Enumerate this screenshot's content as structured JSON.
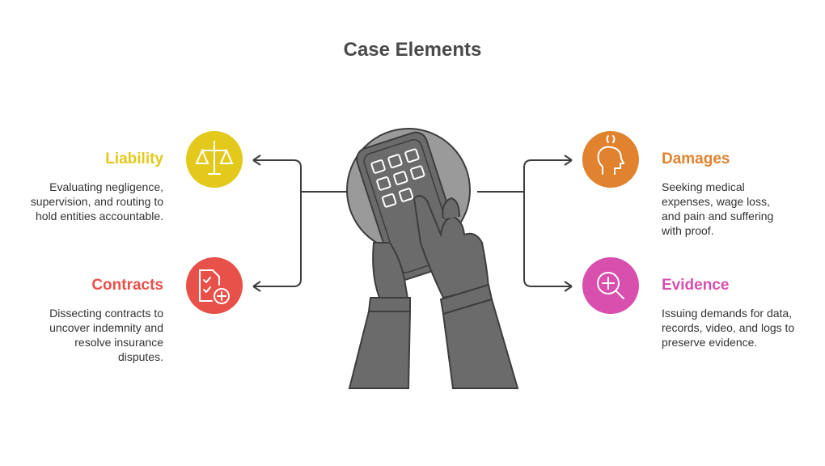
{
  "title": "Case Elements",
  "items": [
    {
      "title": "Liability",
      "description": "Evaluating negligence, supervision, and routing to hold entities accountable.",
      "color": "#e3c91b",
      "icon": "scales-icon"
    },
    {
      "title": "Contracts",
      "description": "Dissecting contracts to uncover indemnity and resolve insurance disputes.",
      "color": "#e8504a",
      "icon": "contract-icon"
    },
    {
      "title": "Damages",
      "description": "Seeking medical expenses, wage loss, and pain and suffering with proof.",
      "color": "#e0822e",
      "icon": "head-icon"
    },
    {
      "title": "Evidence",
      "description": "Issuing demands for data, records, video, and logs to preserve evidence.",
      "color": "#d94fae",
      "icon": "magnifier-icon"
    }
  ],
  "central_icon": "calculator-hands-icon",
  "line_color": "#3d3d3d",
  "illustration_color": "#6b6b6b"
}
